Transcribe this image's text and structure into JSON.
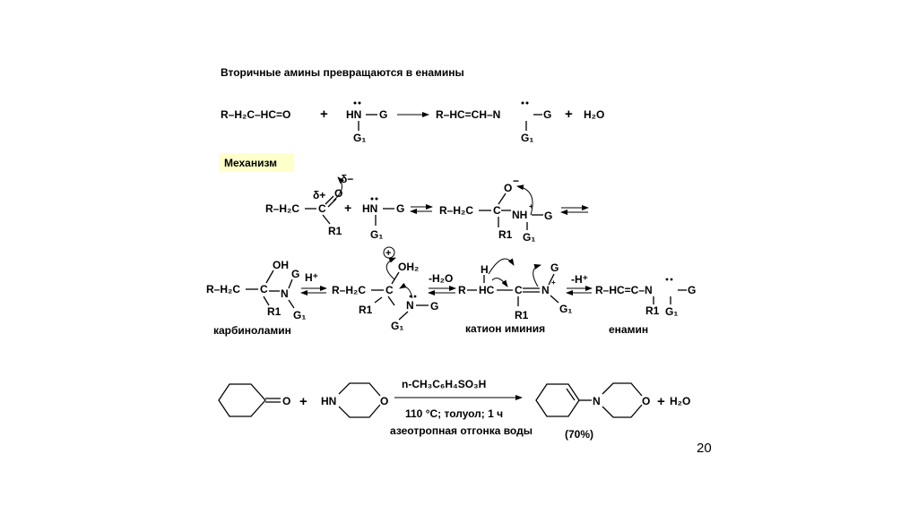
{
  "title": "Вторичные амины превращаются в енамины",
  "mechanism_label": "Механизм",
  "page_number": "20",
  "reaction1": {
    "reactant1": "R–H₂C–HC=O",
    "plus": "+",
    "amine_hn": "HN",
    "amine_g": "G",
    "amine_g1": "G₁",
    "product": "R–HC=CH–N",
    "product_g": "G",
    "product_g1": "G₁",
    "water": "H₂O"
  },
  "mechanism": {
    "delta_minus": "δ−",
    "delta_plus": "δ+",
    "oxygen": "O",
    "c_atom": "C",
    "r1": "R1",
    "r_h2c": "R–H₂C",
    "o_minus": "O",
    "minus_sign": "−",
    "nh_plus": "NH",
    "plus_sign": "+",
    "oh": "OH",
    "oh2_plus": "OH₂",
    "h_plus": "H⁺",
    "minus_water": "-H₂O",
    "minus_h_plus": "-H⁺",
    "h": "H",
    "hc": "HC",
    "n": "N",
    "g": "G",
    "g1": "G₁",
    "hc_eq_c": "R–HC=C–N",
    "label_carbinolamine": "карбиноламин",
    "label_iminium": "катион иминия",
    "label_enamine": "енамин"
  },
  "reaction2": {
    "ketone_o": "O",
    "plus": "+",
    "morpholine_hn": "HN",
    "morpholine_o": "O",
    "catalyst": "n-CH₃C₆H₄SO₃H",
    "conditions_line1": "110 °C; толуол; 1 ч",
    "conditions_line2": "азеотропная отгонка воды",
    "product_n": "N",
    "product_o": "O",
    "water": "H₂O",
    "yield": "(70%)"
  },
  "colors": {
    "mechanism_highlight": "#ffffcc",
    "text": "#000000"
  }
}
